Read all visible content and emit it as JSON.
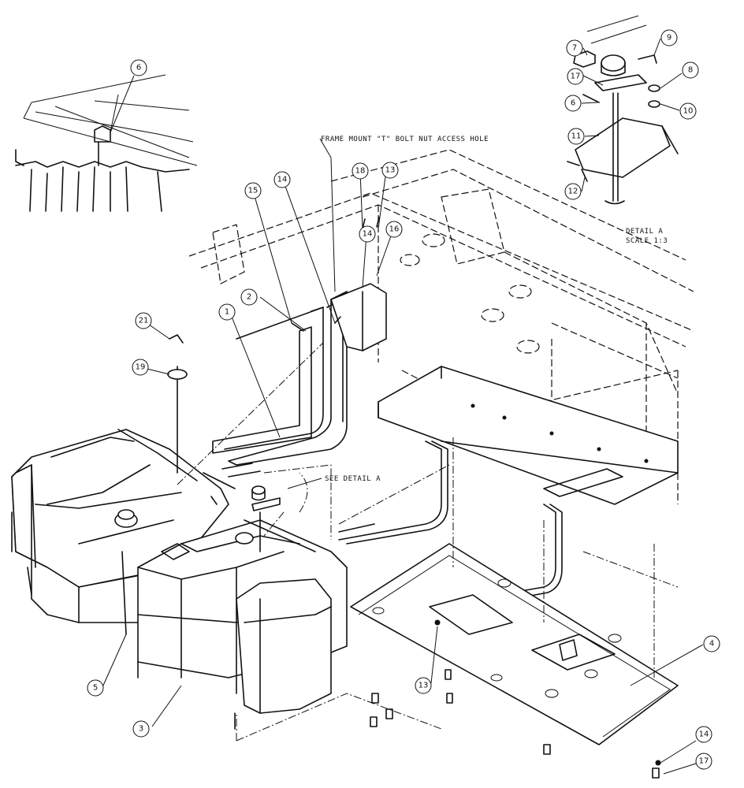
{
  "notes": {
    "frame_mount": "FRAME MOUNT \"T\" BOLT NUT ACCESS HOLE",
    "see_detail": "SEE DETAIL  A",
    "detail_title": "DETAIL  A",
    "detail_scale": "SCALE  1:3"
  },
  "callouts": [
    "6",
    "7",
    "9",
    "8",
    "17",
    "10",
    "6",
    "11",
    "12",
    "18",
    "13",
    "14",
    "15",
    "14",
    "16",
    "2",
    "1",
    "21",
    "19",
    "5",
    "3",
    "13",
    "4",
    "14",
    "17"
  ]
}
